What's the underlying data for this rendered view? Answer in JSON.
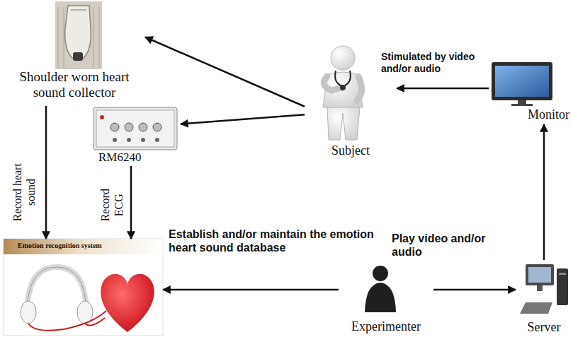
{
  "diagram": {
    "nodes": [
      {
        "text": [
          "Shoulder worn heart sound collector"
        ]
      },
      {
        "text": [
          "Subject"
        ]
      },
      {
        "text": [
          "Monitor"
        ]
      },
      {
        "text": [
          "RM6240"
        ]
      },
      {
        "text": [
          "Emotion recognition system"
        ]
      },
      {
        "text": [
          "Experimenter"
        ]
      },
      {
        "text": [
          "Server"
        ]
      }
    ],
    "edges": [
      {
        "from": 1,
        "to": 0,
        "arrow": "to"
      },
      {
        "from": 1,
        "to": 3,
        "arrow": "to"
      },
      {
        "from": 2,
        "to": 1,
        "label": "Stimulated by video and/or audio",
        "arrow": "to"
      },
      {
        "from": 0,
        "to": 4,
        "label": "Record heart sound",
        "arrow": "to"
      },
      {
        "from": 3,
        "to": 4,
        "label": "Record ECG",
        "arrow": "to"
      },
      {
        "from": 5,
        "to": 4,
        "label": "Establish and/or maintain the emotion heart sound database",
        "arrow": "to"
      },
      {
        "from": 5,
        "to": 6,
        "label": "Play video and/or audio",
        "arrow": "to"
      },
      {
        "from": 6,
        "to": 2,
        "arrow": "to"
      }
    ]
  }
}
